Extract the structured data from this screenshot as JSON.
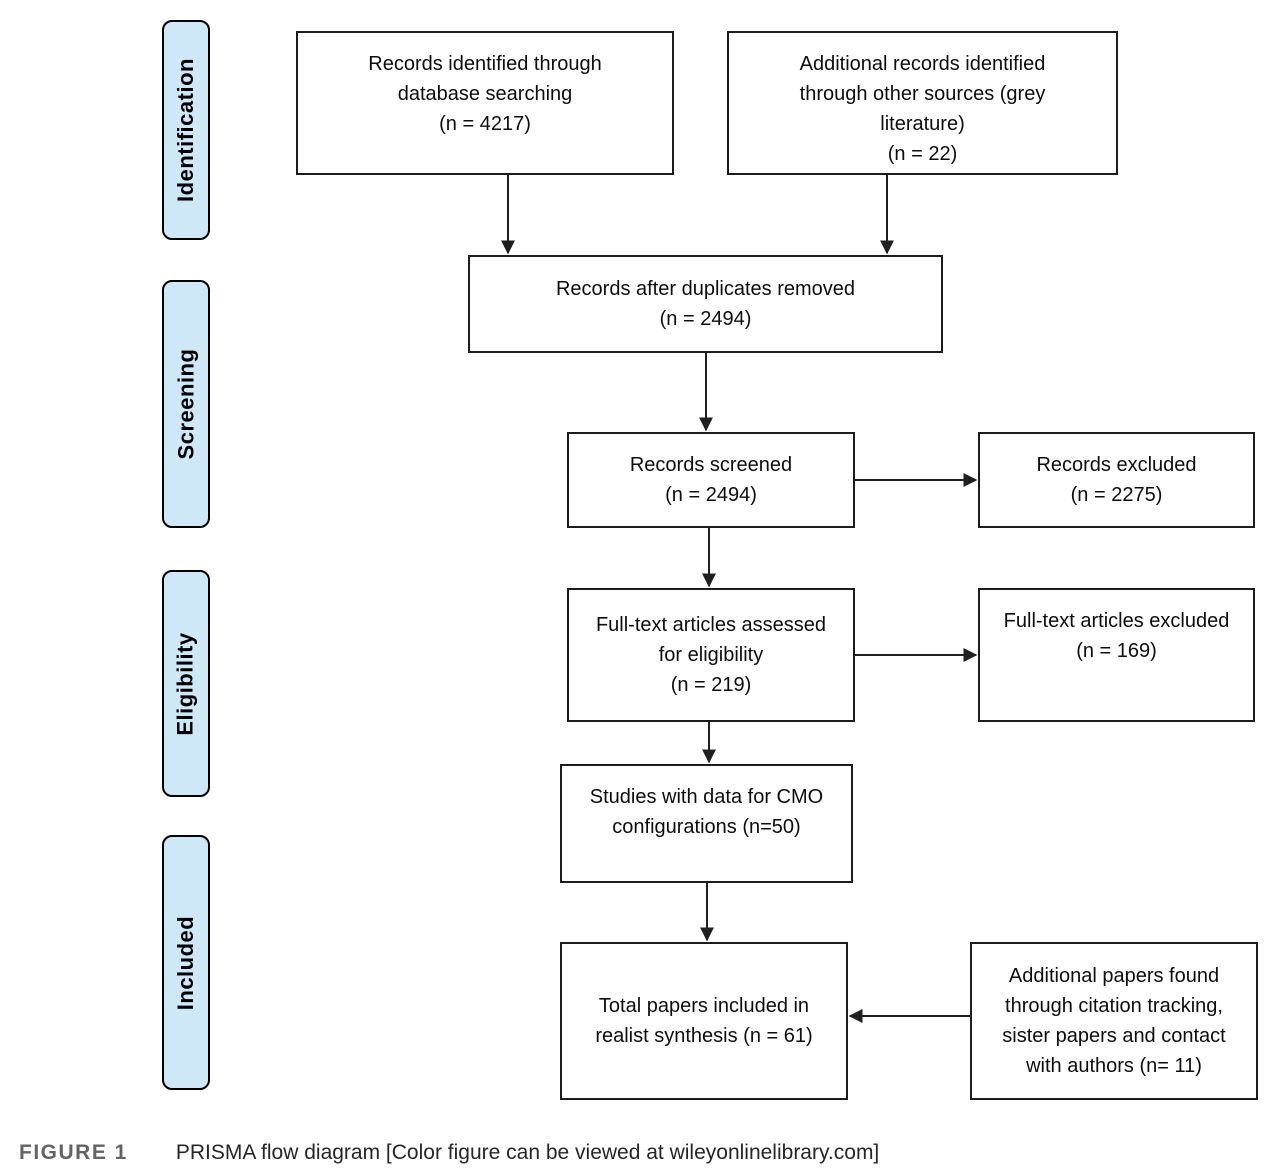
{
  "colors": {
    "stage_fill": "#cfe8f8",
    "line": "#1f1f1f",
    "caption_label_color": "#636363"
  },
  "stages": [
    {
      "label": "Identification"
    },
    {
      "label": "Screening"
    },
    {
      "label": "Eligibility"
    },
    {
      "label": "Included"
    }
  ],
  "boxes": {
    "records_identified": "Records identified through\ndatabase searching\n(n = 4217)",
    "additional_records": "Additional records identified\nthrough other sources (grey\nliterature)\n(n = 22)",
    "after_duplicates": "Records after duplicates removed\n(n = 2494)",
    "records_screened": "Records screened\n(n = 2494)",
    "records_excluded": "Records excluded\n(n = 2275)",
    "fulltext_assessed": "Full-text articles assessed\nfor eligibility\n(n = 219)",
    "fulltext_excluded": "Full-text articles excluded\n(n = 169)",
    "cmo_studies": "Studies with data for CMO\nconfigurations (n=50)",
    "total_included": "Total papers included in\nrealist synthesis (n = 61)",
    "additional_papers": "Additional papers found\nthrough citation tracking,\nsister papers and contact\nwith authors (n= 11)"
  },
  "caption": {
    "label": "FIGURE 1",
    "text": "PRISMA flow diagram [Color figure can be viewed at wileyonlinelibrary.com]"
  }
}
